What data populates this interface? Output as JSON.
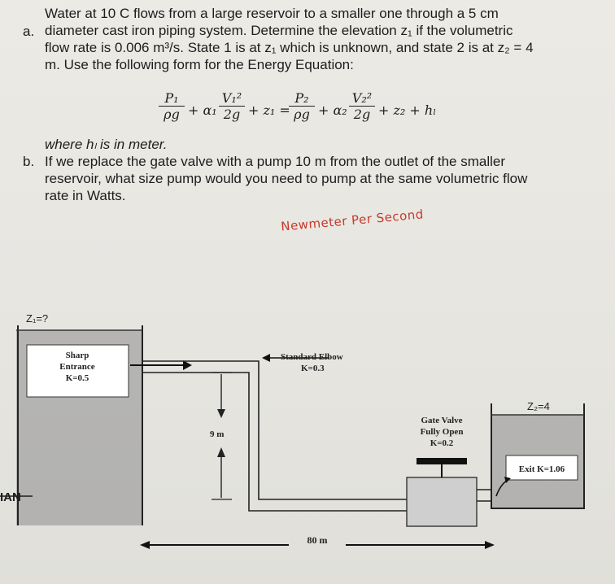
{
  "problem": {
    "a_letter": "a.",
    "a_lines": [
      "Water at 10 C flows from a large reservoir to a smaller one through a 5 cm",
      "diameter cast iron piping system.  Determine the elevation z₁ if the volumetric",
      "flow rate is 0.006 m³/s.  State 1 is at z₁ which is unknown, and state 2 is at z₂ = 4",
      "m.  Use the following form for the Energy Equation:"
    ],
    "equation": {
      "p1_num": "P₁",
      "p1_den": "ρg",
      "v1_coef": "+ α₁",
      "v1_num": "V₁²",
      "v1_den": "2g",
      "z1": "+ z₁ =",
      "p2_num": "P₂",
      "p2_den": "ρg",
      "v2_coef": "+ α₂",
      "v2_num": "V₂²",
      "v2_den": "2g",
      "rhs": "+ z₂ + hₗ"
    },
    "where_line": "where hₗ is in meter.",
    "b_letter": "b.",
    "b_lines": [
      "If we replace the gate valve with a pump 10 m from the outlet of the smaller",
      "reservoir, what size pump would you need to pump at the same volumetric flow",
      "rate in Watts."
    ],
    "handwritten_note": "Newmeter Per Second"
  },
  "diagram": {
    "z1_label": "Z₁=?",
    "z2_label": "Z₂=4",
    "entrance_lines": [
      "Sharp",
      "Entrance",
      "K=0.5"
    ],
    "elbow_lines": [
      "Standard Elbow",
      "K=0.3"
    ],
    "valve_lines": [
      "Gate Valve",
      "Fully Open",
      "K=0.2"
    ],
    "exit_label": "Exit K=1.06",
    "height_label": "9 m",
    "length_label": "80 m",
    "edge_text": "IAN"
  }
}
